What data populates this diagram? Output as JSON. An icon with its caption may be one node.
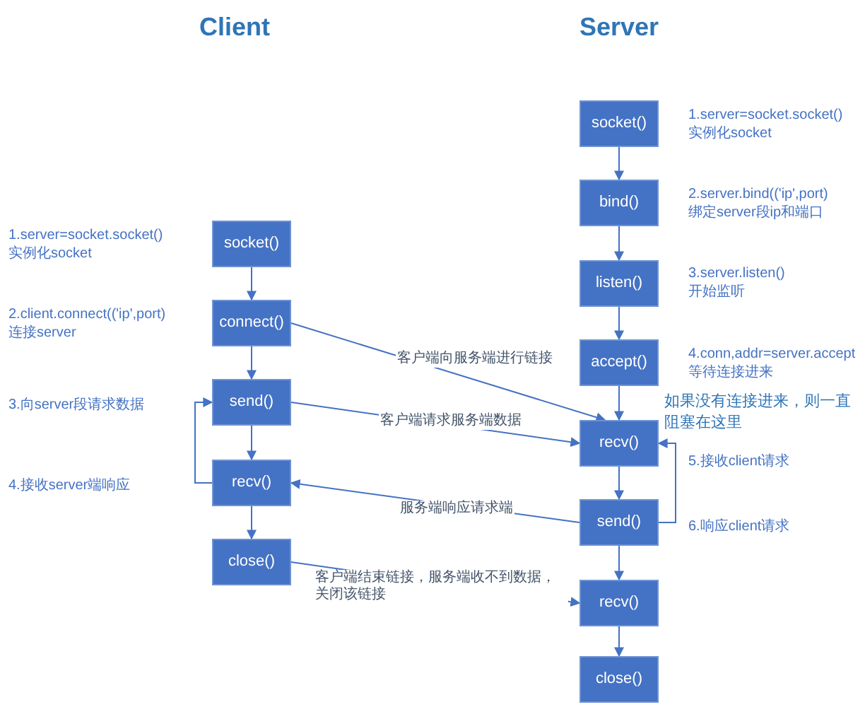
{
  "diagram": {
    "nodes": [
      {
        "text": [
          "socket()"
        ],
        "beside": [
          "1.server=socket.socket()",
          "实例化socket"
        ]
      },
      {
        "text": [
          "connect()"
        ],
        "beside": [
          "2.client.connect(('ip',port)",
          "连接server"
        ]
      },
      {
        "text": [
          "send()"
        ]
      },
      {
        "text": [
          "recv()"
        ]
      },
      {
        "text": [
          "close()"
        ]
      },
      {
        "text": [
          "socket()"
        ],
        "beside": [
          "1.server=socket.socket()",
          "实例化socket"
        ]
      },
      {
        "text": [
          "bind()"
        ],
        "beside": [
          "2.server.bind(('ip',port)",
          "绑定server段ip和端口"
        ]
      },
      {
        "text": [
          "listen()"
        ],
        "beside": [
          "3.server.listen()",
          "开始监听"
        ]
      },
      {
        "text": [
          "accept()"
        ],
        "beside": [
          "4.conn,addr=server.accept",
          "等待连接进来"
        ]
      },
      {
        "text": [
          "recv()"
        ],
        "beside": [
          "5.接收client请求"
        ]
      },
      {
        "text": [
          "send()"
        ],
        "beside": [
          "6.响应client请求"
        ]
      },
      {
        "text": [
          "recv()"
        ]
      },
      {
        "text": [
          "close()"
        ]
      }
    ],
    "edges": [
      {
        "from": 0,
        "to": 1,
        "arrow": "to"
      },
      {
        "from": 1,
        "to": 2,
        "arrow": "to"
      },
      {
        "from": 2,
        "to": 3,
        "arrow": "to"
      },
      {
        "from": 3,
        "to": 4,
        "arrow": "to"
      },
      {
        "from": 3,
        "to": 2,
        "arrow": "to"
      },
      {
        "from": 5,
        "to": 6,
        "arrow": "to"
      },
      {
        "from": 6,
        "to": 7,
        "arrow": "to"
      },
      {
        "from": 7,
        "to": 8,
        "arrow": "to"
      },
      {
        "from": 8,
        "to": 9,
        "arrow": "to"
      },
      {
        "from": 9,
        "to": 10,
        "arrow": "to"
      },
      {
        "from": 10,
        "to": 11,
        "arrow": "to"
      },
      {
        "from": 11,
        "to": 12,
        "arrow": "to"
      },
      {
        "from": 10,
        "to": 9,
        "arrow": "to"
      },
      {
        "from": 1,
        "to": 9,
        "arrow": "to",
        "label": "客户端向服务端进行链接"
      },
      {
        "from": 2,
        "to": 9,
        "arrow": "to",
        "label": "客户端请求服务端数据"
      },
      {
        "from": 10,
        "to": 3,
        "arrow": "to",
        "label": "服务端响应请求端"
      },
      {
        "from": 4,
        "to": 11,
        "arrow": "to",
        "label": "客户端结束链接，服务端收不到数据，关闭该链接"
      }
    ],
    "labels": [
      "Client",
      "Server",
      "如果没有连接进来，则一直阻塞在这里",
      "3.向server段请求数据",
      "4.接收server端响应"
    ]
  }
}
